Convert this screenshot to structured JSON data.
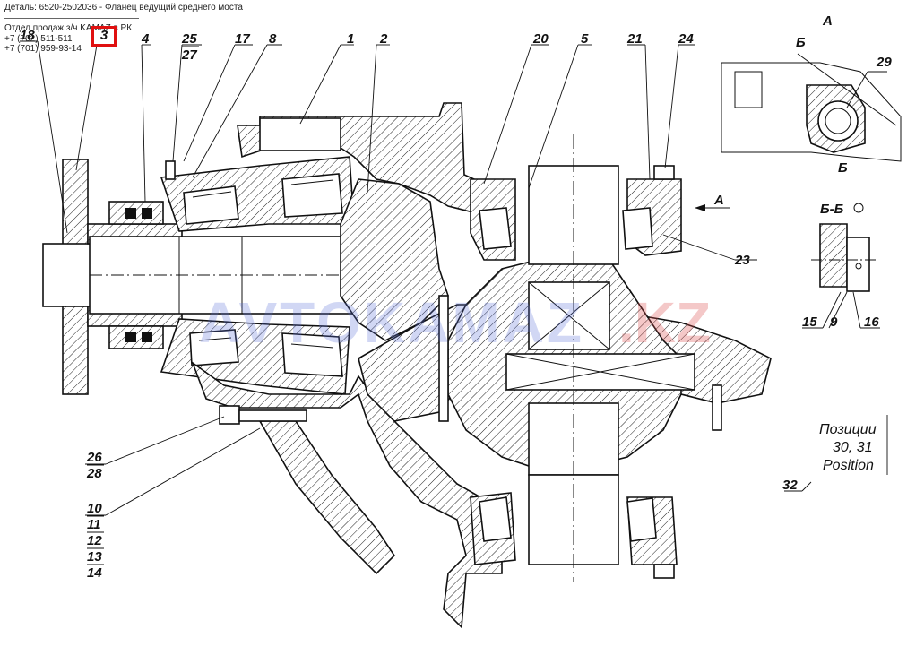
{
  "header": {
    "title": "Деталь: 6520-2502036 - Фланец ведущий среднего моста",
    "shop": "Отдел продаж з/ч KAMAZ в РК",
    "phone1": "+7 (702) 511-511",
    "phone2": "+7 (701) 959-93-14"
  },
  "highlight": {
    "label": "3",
    "color": "#e01010"
  },
  "watermark": {
    "text": "AVTOKAMAZ",
    "suffix": ".KZ"
  },
  "callouts": {
    "c18": "18",
    "c4": "4",
    "c25": "25",
    "c27": "27",
    "c17": "17",
    "c8": "8",
    "c1": "1",
    "c2": "2",
    "c20": "20",
    "c5": "5",
    "c21": "21",
    "c24": "24",
    "c23": "23",
    "c26": "26",
    "c28": "28",
    "c10": "10",
    "c11": "11",
    "c12": "12",
    "c13": "13",
    "c14": "14",
    "c32": "32",
    "c29": "29",
    "c15": "15",
    "c9": "9",
    "c16": "16"
  },
  "views": {
    "view_a": "А",
    "arrow_a": "А",
    "section_mark": "Б",
    "section_title": "Б-Б"
  },
  "note": {
    "line1": "Позиции",
    "line2": "30, 31",
    "line3": "Position"
  }
}
